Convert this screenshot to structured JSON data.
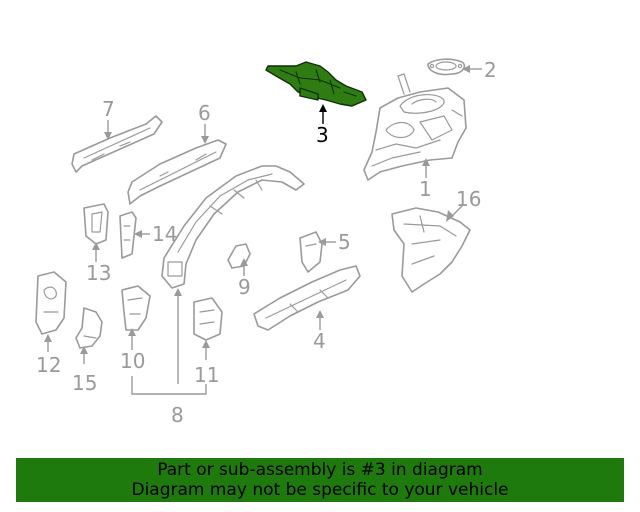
{
  "diagram": {
    "highlight_color": "#2f7d12",
    "highlighted_part": "3",
    "callouts": [
      "1",
      "2",
      "3",
      "4",
      "5",
      "6",
      "7",
      "8",
      "9",
      "10",
      "11",
      "12",
      "13",
      "14",
      "15",
      "16"
    ]
  },
  "banner": {
    "background": "#1e7a0c",
    "line1": "Part or sub-assembly is #3 in diagram",
    "line2": "Diagram may not be specific to your vehicle"
  }
}
